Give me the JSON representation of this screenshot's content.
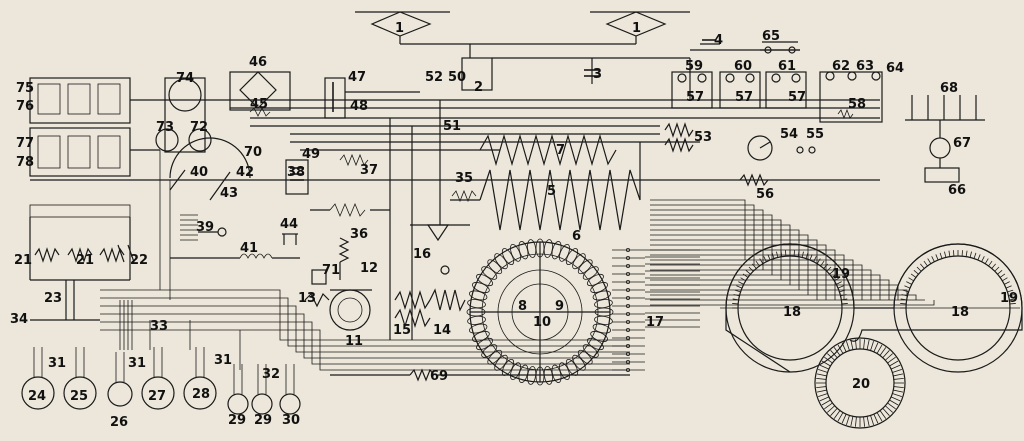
{
  "colors": {
    "paper": "#ece7da",
    "ink": "#1a1a1a"
  },
  "labels": {
    "n1": "1",
    "n2": "2",
    "n3": "3",
    "n4": "4",
    "n5": "5",
    "n6": "6",
    "n7": "7",
    "n8": "8",
    "n9": "9",
    "n10": "10",
    "n11": "11",
    "n12": "12",
    "n13": "13",
    "n14": "14",
    "n15": "15",
    "n16": "16",
    "n17": "17",
    "n18": "18",
    "n19": "19",
    "n20": "20",
    "n21": "21",
    "n22": "22",
    "n23": "23",
    "n24": "24",
    "n25": "25",
    "n26": "26",
    "n27": "27",
    "n28": "28",
    "n29": "29",
    "n30": "30",
    "n31": "31",
    "n32": "32",
    "n33": "33",
    "n34": "34",
    "n35": "35",
    "n36": "36",
    "n37": "37",
    "n38": "38",
    "n39": "39",
    "n40": "40",
    "n41": "41",
    "n42": "42",
    "n43": "43",
    "n44": "44",
    "n45": "45",
    "n46": "46",
    "n47": "47",
    "n48": "48",
    "n49": "49",
    "n50": "50",
    "n51": "51",
    "n52": "52",
    "n53": "53",
    "n54": "54",
    "n55": "55",
    "n56": "56",
    "n57": "57",
    "n58": "58",
    "n59": "59",
    "n60": "60",
    "n61": "61",
    "n62": "62",
    "n63": "63",
    "n64": "64",
    "n65": "65",
    "n66": "66",
    "n67": "67",
    "n68": "68",
    "n69": "69",
    "n70": "70",
    "n71": "71",
    "n72": "72",
    "n73": "73",
    "n74": "74",
    "n75": "75",
    "n76": "76",
    "n77": "77",
    "n78": "78"
  }
}
